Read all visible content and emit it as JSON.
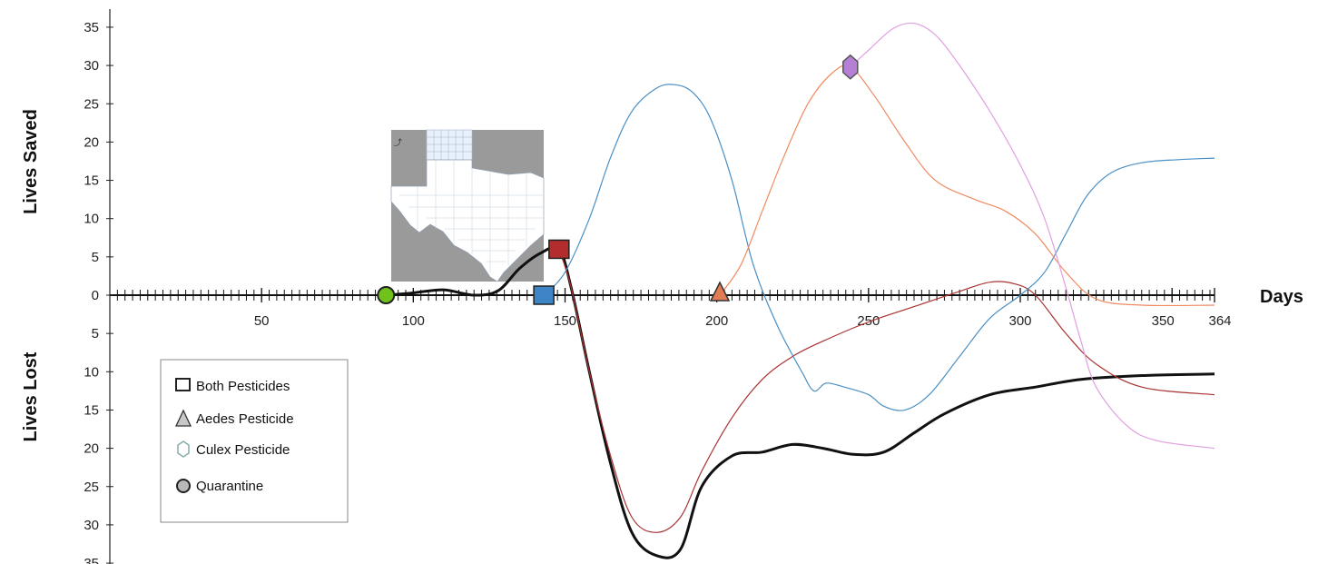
{
  "chart_data": {
    "type": "line",
    "xlabel": "Days",
    "ylabel_top": "Lives Saved",
    "ylabel_bottom": "Lives Lost",
    "xlim": [
      0,
      364
    ],
    "ylim": [
      -35,
      35
    ],
    "x_ticks": [
      50,
      100,
      150,
      200,
      250,
      300,
      350,
      364
    ],
    "y_ticks": [
      35,
      30,
      25,
      20,
      15,
      10,
      5,
      0,
      5,
      10,
      15,
      20,
      25,
      30,
      35
    ],
    "y_tick_values": [
      35,
      30,
      25,
      20,
      15,
      10,
      5,
      0,
      -5,
      -10,
      -15,
      -20,
      -25,
      -30,
      -35
    ],
    "legend": {
      "placement": "bottom-left",
      "entries": [
        {
          "label": "Both Pesticides",
          "marker": "square"
        },
        {
          "label": "Aedes Pesticide",
          "marker": "triangle"
        },
        {
          "label": "Culex Pesticide",
          "marker": "hexagon"
        },
        {
          "label": "Quarantine",
          "marker": "circle"
        }
      ]
    },
    "series": [
      {
        "color": "#111111",
        "width": 3,
        "points": [
          [
            91,
            0
          ],
          [
            100,
            0.3
          ],
          [
            110,
            0.7
          ],
          [
            120,
            0
          ],
          [
            128,
            0.6
          ],
          [
            135,
            3.5
          ],
          [
            142,
            5.5
          ],
          [
            148,
            6
          ],
          [
            152,
            1
          ],
          [
            158,
            -10
          ],
          [
            165,
            -22
          ],
          [
            172,
            -31
          ],
          [
            180,
            -34
          ],
          [
            188,
            -33.2
          ],
          [
            195,
            -25
          ],
          [
            205,
            -21
          ],
          [
            215,
            -20.5
          ],
          [
            225,
            -19.5
          ],
          [
            235,
            -20
          ],
          [
            245,
            -20.8
          ],
          [
            255,
            -20.5
          ],
          [
            265,
            -18
          ],
          [
            275,
            -15.5
          ],
          [
            290,
            -13
          ],
          [
            305,
            -12
          ],
          [
            320,
            -11
          ],
          [
            340,
            -10.5
          ],
          [
            364,
            -10.3
          ]
        ]
      },
      {
        "color": "#a83232",
        "width": 1.2,
        "points": [
          [
            148,
            6
          ],
          [
            152,
            1
          ],
          [
            158,
            -10
          ],
          [
            165,
            -21
          ],
          [
            172,
            -29
          ],
          [
            180,
            -31
          ],
          [
            188,
            -29
          ],
          [
            195,
            -23
          ],
          [
            205,
            -16
          ],
          [
            215,
            -11
          ],
          [
            225,
            -8
          ],
          [
            235,
            -6
          ],
          [
            250,
            -3.5
          ],
          [
            265,
            -1.5
          ],
          [
            280,
            0.5
          ],
          [
            290,
            1.7
          ],
          [
            298,
            1.5
          ],
          [
            305,
            0
          ],
          [
            315,
            -5
          ],
          [
            325,
            -9
          ],
          [
            340,
            -12
          ],
          [
            364,
            -13
          ]
        ]
      },
      {
        "color": "#4a8fc4",
        "width": 1.2,
        "points": [
          [
            143,
            0
          ],
          [
            150,
            3
          ],
          [
            158,
            10
          ],
          [
            165,
            18
          ],
          [
            172,
            24
          ],
          [
            180,
            27
          ],
          [
            186,
            27.5
          ],
          [
            192,
            26.5
          ],
          [
            198,
            23
          ],
          [
            205,
            15
          ],
          [
            212,
            4
          ],
          [
            220,
            -4
          ],
          [
            228,
            -10
          ],
          [
            232,
            -12.5
          ],
          [
            236,
            -11.5
          ],
          [
            242,
            -12
          ],
          [
            250,
            -13
          ],
          [
            255,
            -14.5
          ],
          [
            262,
            -15
          ],
          [
            270,
            -13
          ],
          [
            280,
            -8
          ],
          [
            290,
            -3
          ],
          [
            300,
            0
          ],
          [
            308,
            3
          ],
          [
            315,
            8
          ],
          [
            322,
            13
          ],
          [
            330,
            16
          ],
          [
            340,
            17.3
          ],
          [
            352,
            17.7
          ],
          [
            364,
            17.9
          ]
        ]
      },
      {
        "color": "#f08a60",
        "width": 1.2,
        "points": [
          [
            201,
            0
          ],
          [
            208,
            4
          ],
          [
            215,
            11
          ],
          [
            222,
            18
          ],
          [
            230,
            25
          ],
          [
            238,
            29
          ],
          [
            244,
            29.8
          ],
          [
            252,
            26
          ],
          [
            262,
            20
          ],
          [
            272,
            15
          ],
          [
            285,
            12.5
          ],
          [
            295,
            11
          ],
          [
            305,
            8
          ],
          [
            315,
            3
          ],
          [
            325,
            -0.5
          ],
          [
            340,
            -1.3
          ],
          [
            364,
            -1.3
          ]
        ]
      },
      {
        "color": "#e0a0e0",
        "width": 1.2,
        "points": [
          [
            244,
            29.8
          ],
          [
            250,
            32
          ],
          [
            258,
            34.8
          ],
          [
            265,
            35.5
          ],
          [
            272,
            34
          ],
          [
            280,
            30
          ],
          [
            290,
            24
          ],
          [
            300,
            17
          ],
          [
            308,
            10
          ],
          [
            315,
            1
          ],
          [
            320,
            -6
          ],
          [
            325,
            -12
          ],
          [
            335,
            -17
          ],
          [
            345,
            -19
          ],
          [
            364,
            -20
          ]
        ]
      }
    ],
    "markers": [
      {
        "label": "Quarantine",
        "shape": "circle",
        "x": 91,
        "y": 0,
        "color": "#6fc21b"
      },
      {
        "label": "Both Pesticides",
        "shape": "square",
        "x": 148,
        "y": 6,
        "color": "#b32d2d"
      },
      {
        "label": "Both Pesticides",
        "shape": "square",
        "x": 143,
        "y": 0,
        "color": "#3d85c6"
      },
      {
        "label": "Aedes Pesticide",
        "shape": "triangle",
        "x": 201,
        "y": 0,
        "color": "#e07d55"
      },
      {
        "label": "Culex Pesticide",
        "shape": "hexagon",
        "x": 244,
        "y": 29.8,
        "color": "#b57fd6"
      }
    ]
  },
  "inset": {
    "description_icon": "texas-map-thumbnail"
  }
}
